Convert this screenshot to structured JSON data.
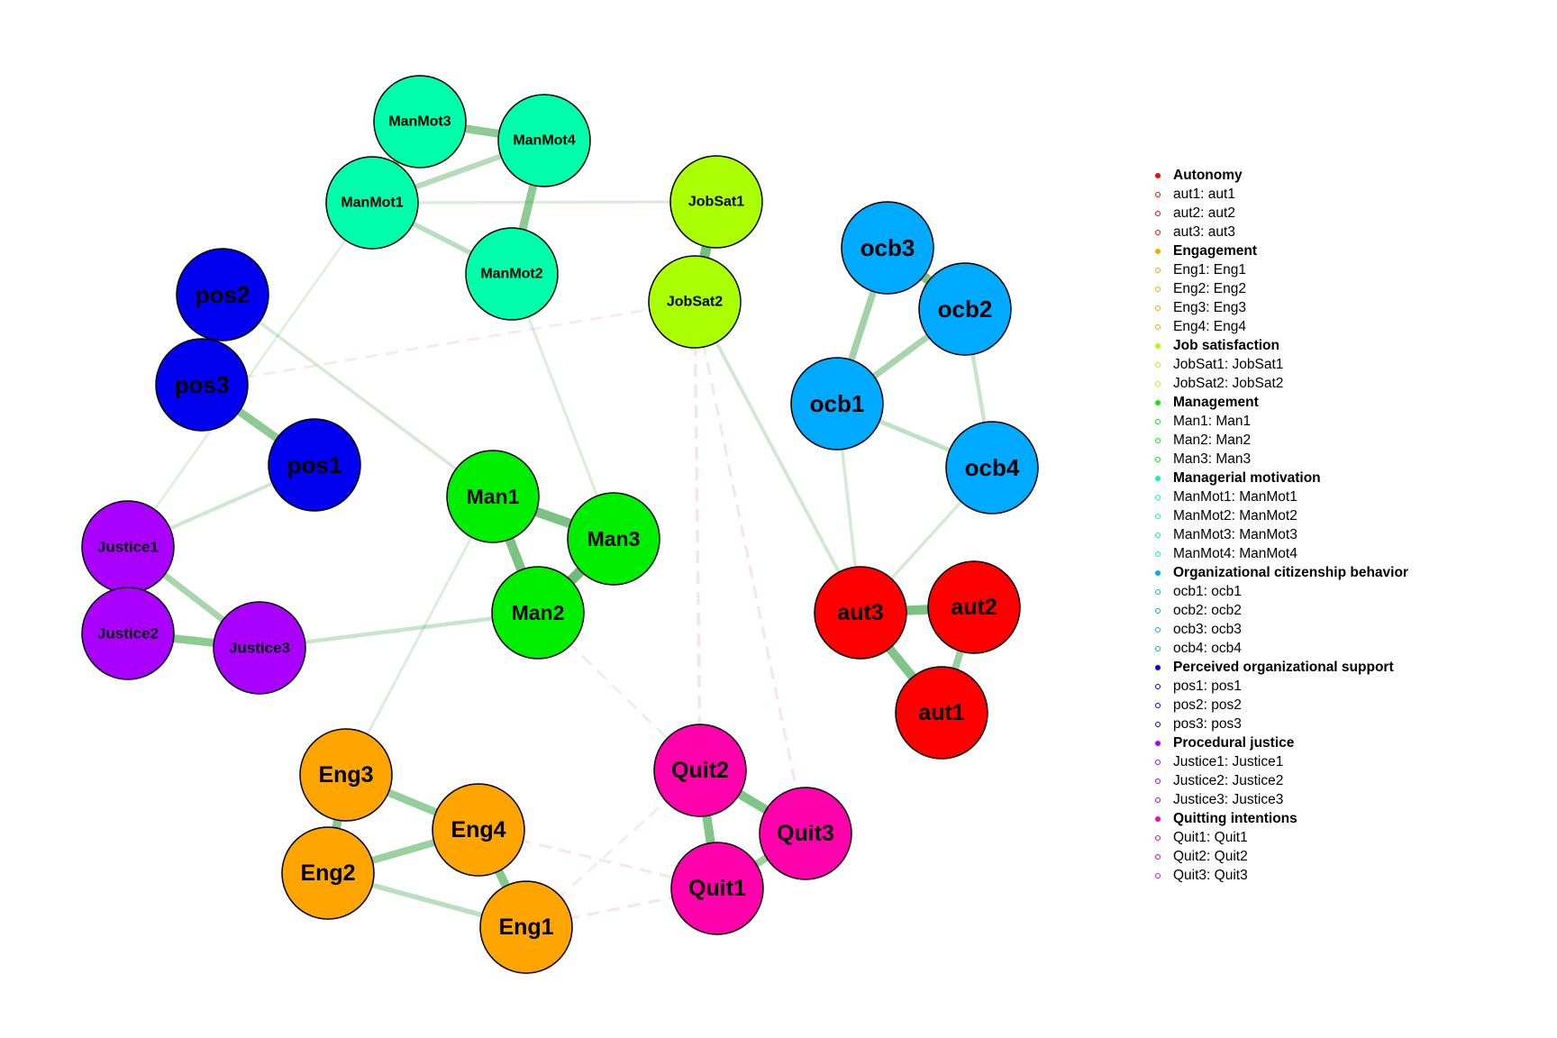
{
  "groups": [
    {
      "name": "Autonomy",
      "color": "#ff0000"
    },
    {
      "name": "Engagement",
      "color": "#ffa500"
    },
    {
      "name": "Job satisfaction",
      "color": "#aaff00"
    },
    {
      "name": "Management",
      "color": "#00ee00"
    },
    {
      "name": "Managerial motivation",
      "color": "#00ffaa"
    },
    {
      "name": "Organizational citizenship behavior",
      "color": "#00aaff"
    },
    {
      "name": "Perceived organizational support",
      "color": "#0000ee"
    },
    {
      "name": "Procedural justice",
      "color": "#aa00ff"
    },
    {
      "name": "Quitting intentions",
      "color": "#ff00aa"
    }
  ],
  "legend": [
    {
      "label": "Autonomy",
      "group": 0,
      "header": true
    },
    {
      "label": "aut1: aut1",
      "group": 0
    },
    {
      "label": "aut2: aut2",
      "group": 0
    },
    {
      "label": "aut3: aut3",
      "group": 0
    },
    {
      "label": "Engagement",
      "group": 1,
      "header": true
    },
    {
      "label": "Eng1: Eng1",
      "group": 1
    },
    {
      "label": "Eng2: Eng2",
      "group": 1
    },
    {
      "label": "Eng3: Eng3",
      "group": 1
    },
    {
      "label": "Eng4: Eng4",
      "group": 1
    },
    {
      "label": "Job satisfaction",
      "group": 2,
      "header": true
    },
    {
      "label": "JobSat1: JobSat1",
      "group": 2
    },
    {
      "label": "JobSat2: JobSat2",
      "group": 2
    },
    {
      "label": "Management",
      "group": 3,
      "header": true
    },
    {
      "label": "Man1: Man1",
      "group": 3
    },
    {
      "label": "Man2: Man2",
      "group": 3
    },
    {
      "label": "Man3: Man3",
      "group": 3
    },
    {
      "label": "Managerial motivation",
      "group": 4,
      "header": true
    },
    {
      "label": "ManMot1: ManMot1",
      "group": 4
    },
    {
      "label": "ManMot2: ManMot2",
      "group": 4
    },
    {
      "label": "ManMot3: ManMot3",
      "group": 4
    },
    {
      "label": "ManMot4: ManMot4",
      "group": 4
    },
    {
      "label": "Organizational citizenship behavior",
      "group": 5,
      "header": true
    },
    {
      "label": "ocb1: ocb1",
      "group": 5
    },
    {
      "label": "ocb2: ocb2",
      "group": 5
    },
    {
      "label": "ocb3: ocb3",
      "group": 5
    },
    {
      "label": "ocb4: ocb4",
      "group": 5
    },
    {
      "label": "Perceived organizational support",
      "group": 6,
      "header": true
    },
    {
      "label": "pos1: pos1",
      "group": 6
    },
    {
      "label": "pos2: pos2",
      "group": 6
    },
    {
      "label": "pos3: pos3",
      "group": 6
    },
    {
      "label": "Procedural justice",
      "group": 7,
      "header": true
    },
    {
      "label": "Justice1: Justice1",
      "group": 7
    },
    {
      "label": "Justice2: Justice2",
      "group": 7
    },
    {
      "label": "Justice3: Justice3",
      "group": 7
    },
    {
      "label": "Quitting intentions",
      "group": 8,
      "header": true
    },
    {
      "label": "Quit1: Quit1",
      "group": 8
    },
    {
      "label": "Quit2: Quit2",
      "group": 8
    },
    {
      "label": "Quit3: Quit3",
      "group": 8
    }
  ],
  "nodes": [
    {
      "id": "ManMot3",
      "label": "ManMot3",
      "group": 4
    },
    {
      "id": "ManMot4",
      "label": "ManMot4",
      "group": 4
    },
    {
      "id": "ManMot1",
      "label": "ManMot1",
      "group": 4
    },
    {
      "id": "ManMot2",
      "label": "ManMot2",
      "group": 4
    },
    {
      "id": "JobSat1",
      "label": "JobSat1",
      "group": 2
    },
    {
      "id": "JobSat2",
      "label": "JobSat2",
      "group": 2
    },
    {
      "id": "pos2",
      "label": "pos2",
      "group": 6
    },
    {
      "id": "pos3",
      "label": "pos3",
      "group": 6
    },
    {
      "id": "pos1",
      "label": "pos1",
      "group": 6
    },
    {
      "id": "ocb3",
      "label": "ocb3",
      "group": 5
    },
    {
      "id": "ocb2",
      "label": "ocb2",
      "group": 5
    },
    {
      "id": "ocb1",
      "label": "ocb1",
      "group": 5
    },
    {
      "id": "ocb4",
      "label": "ocb4",
      "group": 5
    },
    {
      "id": "Man1",
      "label": "Man1",
      "group": 3
    },
    {
      "id": "Man3",
      "label": "Man3",
      "group": 3
    },
    {
      "id": "Man2",
      "label": "Man2",
      "group": 3
    },
    {
      "id": "Justice1",
      "label": "Justice1",
      "group": 7
    },
    {
      "id": "Justice2",
      "label": "Justice2",
      "group": 7
    },
    {
      "id": "Justice3",
      "label": "Justice3",
      "group": 7
    },
    {
      "id": "aut3",
      "label": "aut3",
      "group": 0
    },
    {
      "id": "aut2",
      "label": "aut2",
      "group": 0
    },
    {
      "id": "aut1",
      "label": "aut1",
      "group": 0
    },
    {
      "id": "Eng3",
      "label": "Eng3",
      "group": 1
    },
    {
      "id": "Eng4",
      "label": "Eng4",
      "group": 1
    },
    {
      "id": "Eng2",
      "label": "Eng2",
      "group": 1
    },
    {
      "id": "Eng1",
      "label": "Eng1",
      "group": 1
    },
    {
      "id": "Quit2",
      "label": "Quit2",
      "group": 8
    },
    {
      "id": "Quit3",
      "label": "Quit3",
      "group": 8
    },
    {
      "id": "Quit1",
      "label": "Quit1",
      "group": 8
    }
  ],
  "edges": [
    {
      "from": "ManMot3",
      "to": "ManMot4",
      "weight": 0.7,
      "sign": "positive"
    },
    {
      "from": "ManMot3",
      "to": "ManMot1",
      "weight": 0.6,
      "sign": "positive"
    },
    {
      "from": "ManMot4",
      "to": "ManMot1",
      "weight": 0.4,
      "sign": "positive"
    },
    {
      "from": "ManMot4",
      "to": "ManMot2",
      "weight": 0.7,
      "sign": "positive"
    },
    {
      "from": "ManMot1",
      "to": "ManMot2",
      "weight": 0.35,
      "sign": "positive"
    },
    {
      "from": "ManMot1",
      "to": "JobSat1",
      "weight": 0.12,
      "sign": "positive"
    },
    {
      "from": "JobSat1",
      "to": "JobSat2",
      "weight": 0.9,
      "sign": "positive"
    },
    {
      "from": "pos2",
      "to": "pos3",
      "weight": 0.8,
      "sign": "positive"
    },
    {
      "from": "pos3",
      "to": "pos1",
      "weight": 0.7,
      "sign": "positive"
    },
    {
      "from": "ocb3",
      "to": "ocb2",
      "weight": 0.85,
      "sign": "positive"
    },
    {
      "from": "ocb3",
      "to": "ocb1",
      "weight": 0.55,
      "sign": "positive"
    },
    {
      "from": "ocb2",
      "to": "ocb1",
      "weight": 0.5,
      "sign": "positive"
    },
    {
      "from": "ocb1",
      "to": "ocb4",
      "weight": 0.3,
      "sign": "positive"
    },
    {
      "from": "ocb2",
      "to": "ocb4",
      "weight": 0.25,
      "sign": "positive"
    },
    {
      "from": "Man1",
      "to": "Man3",
      "weight": 0.85,
      "sign": "positive"
    },
    {
      "from": "Man1",
      "to": "Man2",
      "weight": 0.85,
      "sign": "positive"
    },
    {
      "from": "Man3",
      "to": "Man2",
      "weight": 0.95,
      "sign": "positive"
    },
    {
      "from": "Justice1",
      "to": "Justice2",
      "weight": 0.3,
      "sign": "positive"
    },
    {
      "from": "Justice1",
      "to": "Justice3",
      "weight": 0.5,
      "sign": "positive"
    },
    {
      "from": "Justice2",
      "to": "Justice3",
      "weight": 0.7,
      "sign": "positive"
    },
    {
      "from": "aut3",
      "to": "aut2",
      "weight": 0.85,
      "sign": "positive"
    },
    {
      "from": "aut3",
      "to": "aut1",
      "weight": 0.8,
      "sign": "positive"
    },
    {
      "from": "aut2",
      "to": "aut1",
      "weight": 0.6,
      "sign": "positive"
    },
    {
      "from": "Eng3",
      "to": "Eng4",
      "weight": 0.65,
      "sign": "positive"
    },
    {
      "from": "Eng3",
      "to": "Eng2",
      "weight": 0.75,
      "sign": "positive"
    },
    {
      "from": "Eng4",
      "to": "Eng2",
      "weight": 0.6,
      "sign": "positive"
    },
    {
      "from": "Eng4",
      "to": "Eng1",
      "weight": 0.75,
      "sign": "positive"
    },
    {
      "from": "Eng2",
      "to": "Eng1",
      "weight": 0.35,
      "sign": "positive"
    },
    {
      "from": "Quit2",
      "to": "Quit3",
      "weight": 0.8,
      "sign": "positive"
    },
    {
      "from": "Quit2",
      "to": "Quit1",
      "weight": 0.8,
      "sign": "positive"
    },
    {
      "from": "Quit3",
      "to": "Quit1",
      "weight": 0.6,
      "sign": "positive"
    },
    {
      "from": "pos1",
      "to": "Justice1",
      "weight": 0.2,
      "sign": "positive"
    },
    {
      "from": "Justice3",
      "to": "Man2",
      "weight": 0.25,
      "sign": "positive"
    },
    {
      "from": "pos2",
      "to": "Man1",
      "weight": 0.15,
      "sign": "positive"
    },
    {
      "from": "JobSat2",
      "to": "aut3",
      "weight": 0.18,
      "sign": "positive"
    },
    {
      "from": "ocb1",
      "to": "aut3",
      "weight": 0.15,
      "sign": "positive"
    },
    {
      "from": "ocb4",
      "to": "aut3",
      "weight": 0.15,
      "sign": "positive"
    },
    {
      "from": "ManMot2",
      "to": "Man3",
      "weight": 0.1,
      "sign": "positive"
    },
    {
      "from": "Eng3",
      "to": "Man1",
      "weight": 0.1,
      "sign": "positive"
    },
    {
      "from": "ManMot1",
      "to": "Justice1",
      "weight": 0.06,
      "sign": "positive"
    },
    {
      "from": "JobSat2",
      "to": "Quit2",
      "weight": 0.15,
      "sign": "negative"
    },
    {
      "from": "JobSat2",
      "to": "Quit3",
      "weight": 0.12,
      "sign": "negative"
    },
    {
      "from": "Eng4",
      "to": "Quit1",
      "weight": 0.12,
      "sign": "negative"
    },
    {
      "from": "Eng1",
      "to": "Quit1",
      "weight": 0.12,
      "sign": "negative"
    },
    {
      "from": "Man2",
      "to": "Quit2",
      "weight": 0.1,
      "sign": "negative"
    },
    {
      "from": "Eng1",
      "to": "Quit2",
      "weight": 0.08,
      "sign": "negative"
    },
    {
      "from": "pos3",
      "to": "JobSat2",
      "weight": 0.08,
      "sign": "negative"
    }
  ]
}
